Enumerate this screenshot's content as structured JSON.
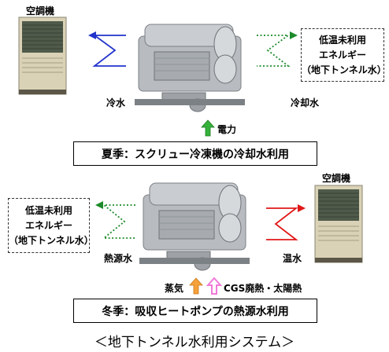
{
  "summer": {
    "ac_label": "空調機",
    "cold_water": "冷水",
    "cooling_water": "冷却水",
    "energy_box": [
      "低温未利用",
      "エネルギー",
      "（地下トンネル水）"
    ],
    "power": "電力",
    "title": "夏季：スクリュー冷凍機の冷却水利用"
  },
  "winter": {
    "ac_label": "空調機",
    "heat_source_water": "熱源水",
    "hot_water": "温水",
    "energy_box": [
      "低温未利用",
      "エネルギー",
      "（地下トンネル水）"
    ],
    "steam": "蒸気",
    "cgs": "CGS廃熱・太陽熱",
    "title": "冬季：吸収ヒートポンプの熱源水利用"
  },
  "caption": "＜地下トンネル水利用システム＞",
  "colors": {
    "cold": "#2233cc",
    "hot": "#e01818",
    "green_dotted": "#1d8a2a",
    "power_arrow": "#35b23a",
    "steam_arrow": "#f5a03a",
    "cgs_arrow": "#f07ad8"
  }
}
